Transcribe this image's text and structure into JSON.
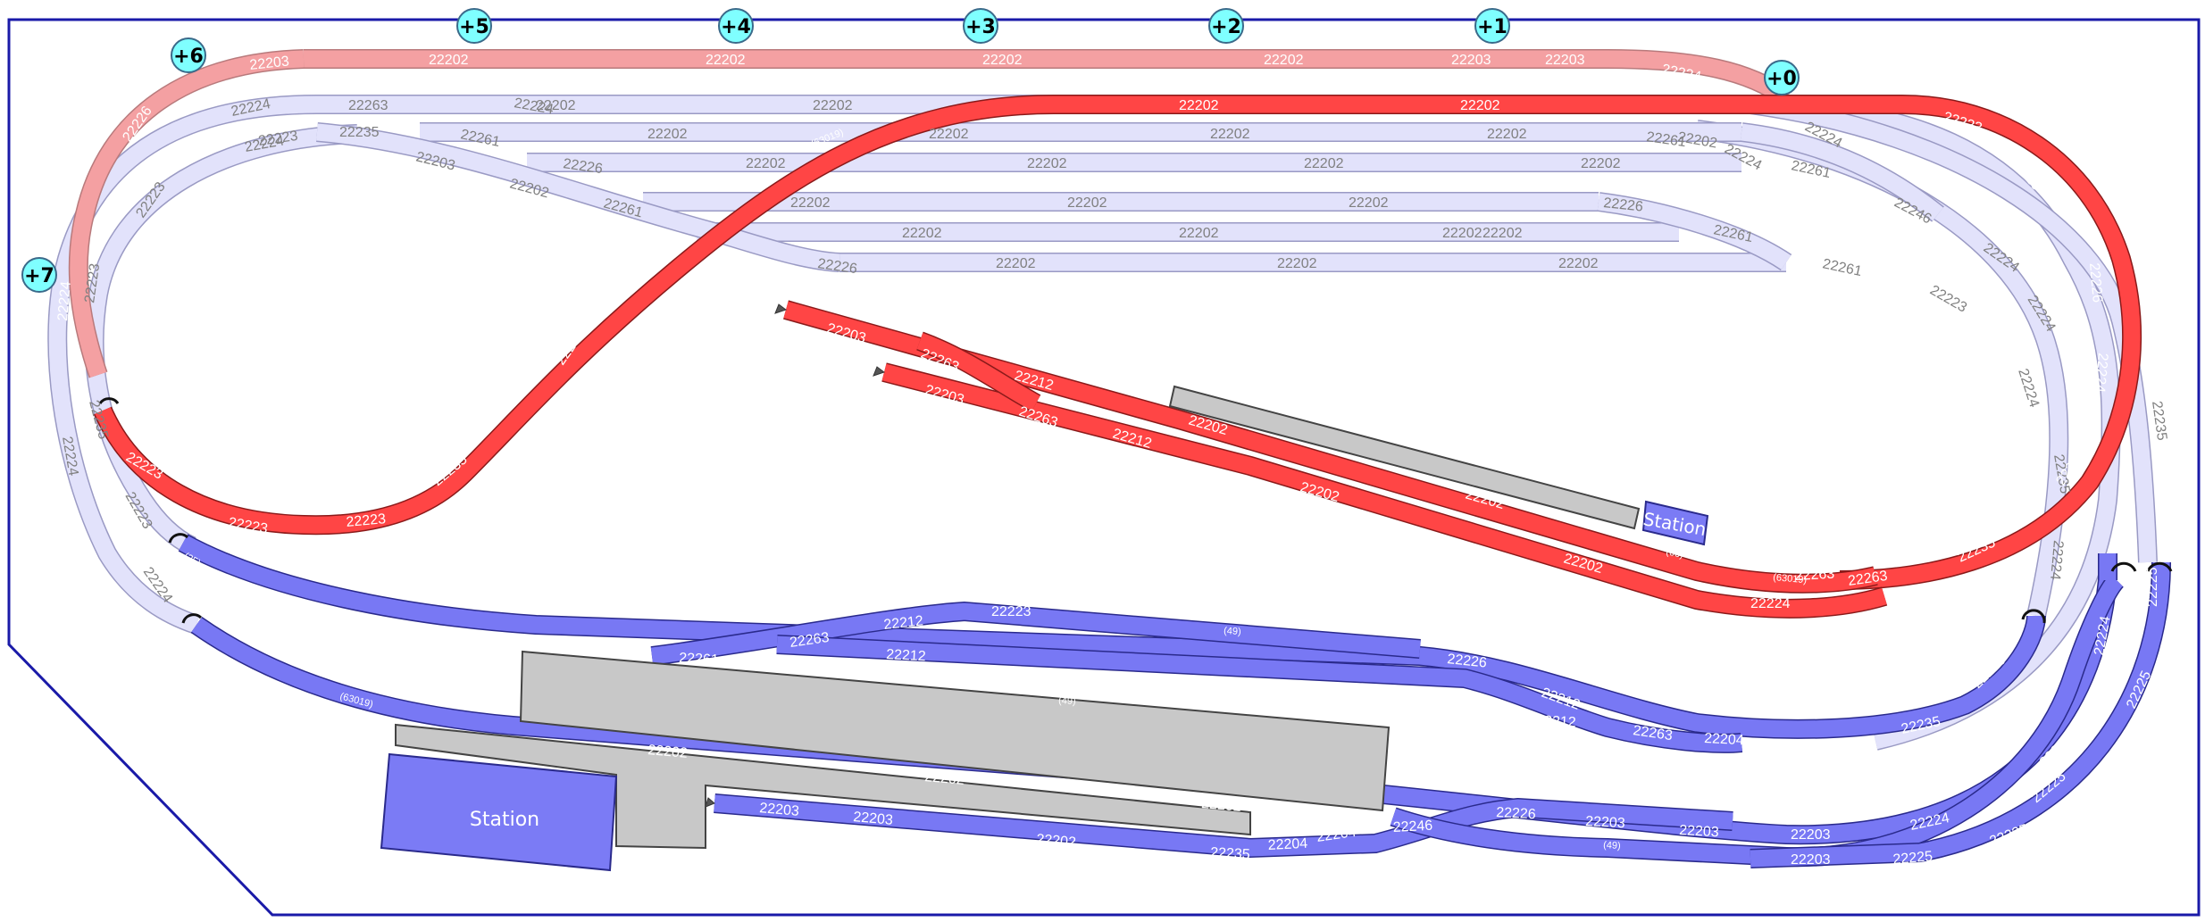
{
  "colors": {
    "border": "#1a1aa8",
    "red_fill": "#ff4545",
    "red_stroke": "#8a1a1a",
    "pink_fill": "#f4a0a2",
    "pink_stroke": "#b87a7c",
    "lav_fill": "#e2e2fb",
    "lav_stroke": "#9a9ac4",
    "blue_fill": "#7878f4",
    "blue_stroke": "#2a2a8c",
    "marker_fill": "#7fffff",
    "marker_stroke": "#3a6a8a",
    "platform_fill": "#c8c8c8",
    "station_fill": "#7b7bf5"
  },
  "height_markers": [
    "+6",
    "+5",
    "+4",
    "+3",
    "+2",
    "+1",
    "+0",
    "+7"
  ],
  "stations": [
    "Station",
    "Station"
  ],
  "top_pink_labels": [
    "22203",
    "22202",
    "22202",
    "22202",
    "22202",
    "22203",
    "22203",
    "22224",
    "22226",
    "22224",
    "22224"
  ],
  "upper_yard_labels": [
    "22224",
    "22263",
    "22202",
    "22202",
    "22261",
    "22202",
    "22202",
    "22202",
    "22202",
    "22202",
    "22261",
    "22261",
    "22203",
    "22226",
    "22202",
    "22202",
    "22202",
    "22202",
    "22202",
    "22261",
    "22261",
    "22226",
    "22202",
    "22202",
    "22202",
    "22202",
    "22202",
    "22226",
    "22202",
    "22202",
    "22202",
    "22202",
    "22202",
    "22261"
  ],
  "right_lav_labels": [
    "22224",
    "22223",
    "22246",
    "22224",
    "22224",
    "22223",
    "22224",
    "22224",
    "22224",
    "22235",
    "22235",
    "22224",
    "22223",
    "22223",
    "22224",
    "22224",
    "22235",
    "22224",
    "22223",
    "22235"
  ],
  "red_labels": [
    "22202",
    "22202",
    "22223",
    "22226",
    "22226",
    "22224",
    "22202",
    "22223",
    "22223",
    "22223",
    "22235",
    "22226",
    "22235",
    "22263",
    "22224",
    "(63019)",
    "(63019)",
    "(63)",
    "22203",
    "22203",
    "22263",
    "22212",
    "22212",
    "22263",
    "22263",
    "22202",
    "22202",
    "22202",
    "22202"
  ],
  "blue_labels": [
    "(25)",
    "(63019)",
    "(63019)",
    "22202",
    "22261",
    "22263",
    "22212",
    "22212",
    "22223",
    "(49)",
    "(49)",
    "22226",
    "(49)",
    "22212",
    "22212",
    "22263",
    "22204",
    "22202",
    "22226",
    "22263",
    "22235",
    "22226",
    "22224",
    "22225",
    "22202",
    "22202",
    "22202",
    "22203",
    "22203",
    "22202",
    "22235",
    "22204",
    "22204",
    "22246",
    "22226",
    "22203",
    "22203",
    "22203",
    "22224",
    "(49)",
    "22203",
    "22225",
    "22225",
    "22225",
    "22224",
    "22224",
    "22225"
  ]
}
